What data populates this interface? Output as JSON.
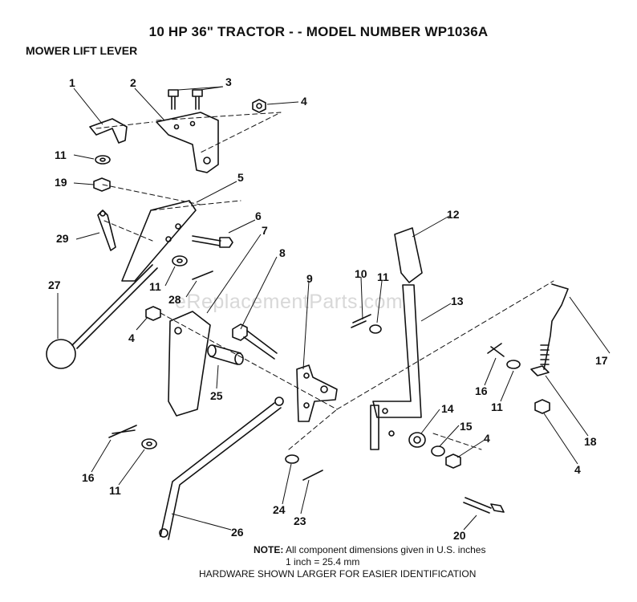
{
  "title": "10 HP 36\" TRACTOR - - MODEL NUMBER WP1036A",
  "subtitle": "MOWER LIFT LEVER",
  "watermark": "eReplacementParts.com",
  "note": {
    "label": "NOTE:",
    "line1": "All component dimensions given in U.S. inches",
    "line2": "1 inch = 25.4 mm",
    "line3": "HARDWARE SHOWN LARGER FOR EASIER IDENTIFICATION"
  },
  "callouts": [
    "1",
    "2",
    "3",
    "4",
    "11",
    "19",
    "5",
    "6",
    "29",
    "7",
    "27",
    "11",
    "28",
    "4",
    "8",
    "9",
    "10",
    "11",
    "12",
    "13",
    "25",
    "17",
    "16",
    "11",
    "18",
    "14",
    "15",
    "4",
    "4",
    "16",
    "11",
    "24",
    "23",
    "26",
    "20"
  ]
}
